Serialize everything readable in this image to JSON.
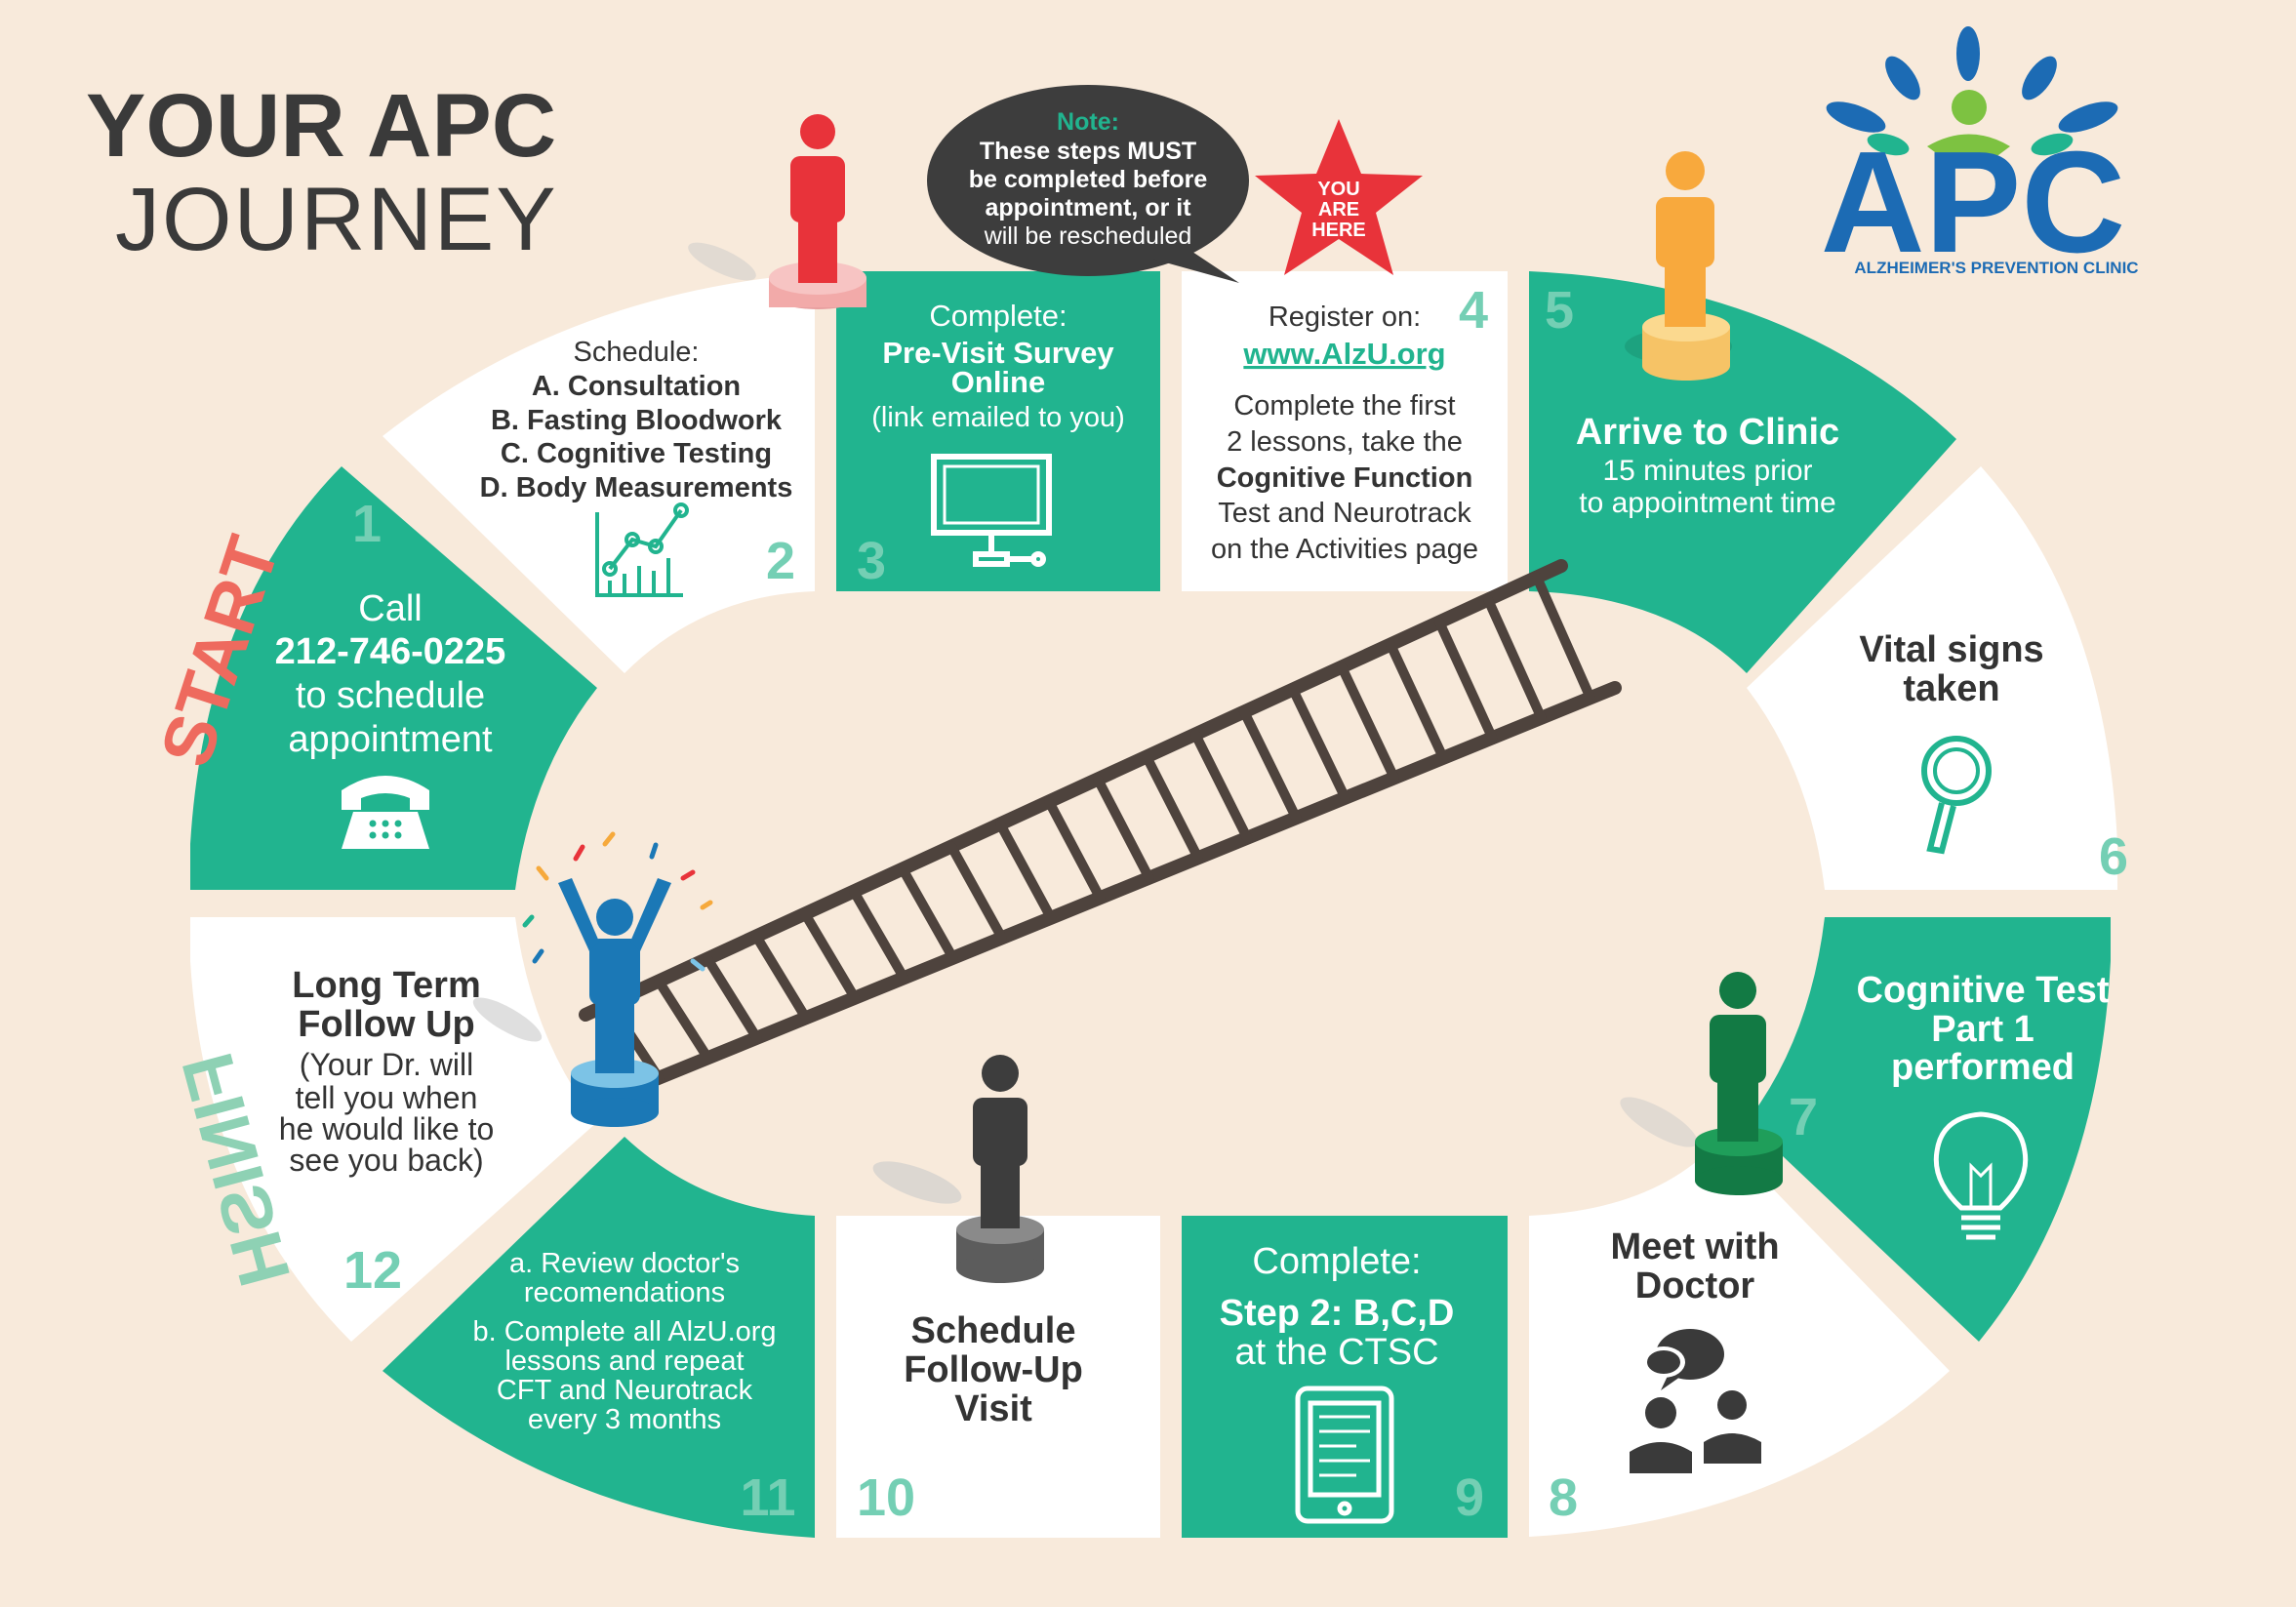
{
  "title": {
    "line1": "YOUR APC",
    "line2": "JOURNEY"
  },
  "logo": {
    "letters": "APC",
    "subtitle": "ALZHEIMER'S PREVENTION CLINIC",
    "icon": "leaf-person-icon"
  },
  "labels": {
    "start": "START",
    "finish": "FINISH"
  },
  "note": {
    "heading": "Note:",
    "line1": "These steps MUST",
    "line2": "be completed before",
    "line3": "appointment, or it",
    "line4": "will be rescheduled"
  },
  "you_are_here": {
    "line1": "YOU",
    "line2": "ARE",
    "line3": "HERE"
  },
  "colors": {
    "green": "#21b48f",
    "white": "#ffffff",
    "background": "#f8eadb",
    "number_green": "#74cfb4",
    "start_red": "#ee6a5e",
    "title_dark": "#3a3a3a",
    "ladder": "#4e433d",
    "logo_blue": "#1c6bb4"
  },
  "steps": [
    {
      "number": "1",
      "lines": [
        "Call",
        "212-746-0225",
        "to schedule",
        "appointment"
      ],
      "icon": "telephone-icon"
    },
    {
      "number": "2",
      "lines": [
        "Schedule:",
        "A. Consultation",
        "B. Fasting Bloodwork",
        "C. Cognitive Testing",
        "D. Body Measurements"
      ],
      "icon": "chart-icon"
    },
    {
      "number": "3",
      "lines": [
        "Complete:",
        "Pre-Visit Survey",
        "Online",
        "(link emailed to you)"
      ],
      "icon": "monitor-icon"
    },
    {
      "number": "4",
      "lines": [
        "Register on:",
        "www.AlzU.org",
        "Complete the first",
        "2 lessons, take the",
        "Cognitive Function",
        "Test and Neurotrack",
        "on the Activities page"
      ]
    },
    {
      "number": "5",
      "lines": [
        "Arrive to Clinic",
        "15 minutes prior",
        "to appointment time"
      ]
    },
    {
      "number": "6",
      "lines": [
        "Vital signs",
        "taken"
      ],
      "icon": "magnifier-icon"
    },
    {
      "number": "7",
      "lines": [
        "Cognitive Test",
        "Part 1",
        "performed"
      ],
      "icon": "lightbulb-icon"
    },
    {
      "number": "8",
      "lines": [
        "Meet with",
        "Doctor"
      ],
      "icon": "chat-people-icon"
    },
    {
      "number": "9",
      "lines": [
        "Complete:",
        "Step 2: B,C,D",
        "at the CTSC"
      ],
      "icon": "tablet-icon"
    },
    {
      "number": "10",
      "lines": [
        "Schedule",
        "Follow-Up",
        "Visit"
      ]
    },
    {
      "number": "11",
      "lines": [
        "a. Review doctor's",
        "recomendations",
        "b. Complete all AlzU.org",
        "lessons and repeat",
        "CFT and  Neurotrack",
        "every 3 months"
      ]
    },
    {
      "number": "12",
      "lines": [
        "Long Term",
        "Follow Up",
        "(Your Dr. will",
        "tell you when",
        "he would like to",
        "see you back)"
      ]
    }
  ]
}
